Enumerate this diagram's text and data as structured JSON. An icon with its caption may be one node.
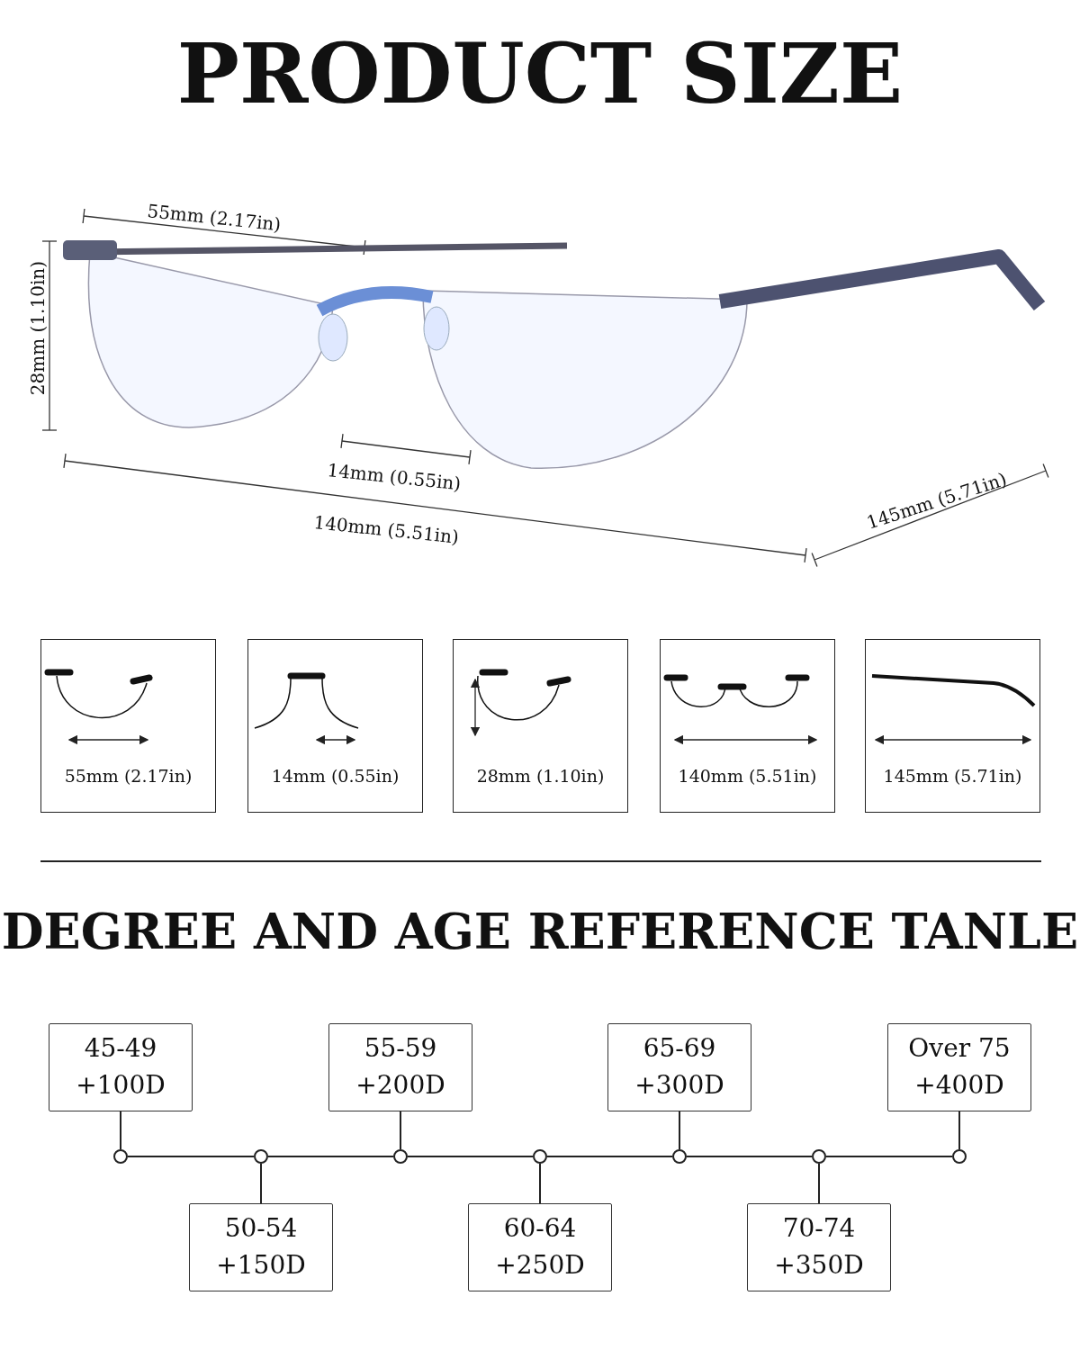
{
  "diagram": {
    "title": "PRODUCT SIZE",
    "nodes": [
      {
        "text": [],
        "shape": "picture"
      },
      {
        "text": [
          "55mm (2.17in)"
        ]
      },
      {
        "text": [
          "14mm (0.55in)"
        ]
      },
      {
        "text": [
          "28mm (1.10in)"
        ]
      },
      {
        "text": [
          "140mm (5.51in)"
        ]
      },
      {
        "text": [
          "145mm (5.71in)"
        ]
      },
      {
        "text": [
          "45-49",
          "+100D"
        ]
      },
      {
        "text": [
          "50-54",
          "+150D"
        ]
      },
      {
        "text": [
          "55-59",
          "+200D"
        ]
      },
      {
        "text": [
          "60-64",
          "+250D"
        ]
      },
      {
        "text": [
          "65-69",
          "+300D"
        ]
      },
      {
        "text": [
          "70-74",
          "+350D"
        ]
      },
      {
        "text": [
          "Over 75",
          "+400D"
        ]
      },
      {
        "text": [],
        "shape": "circle"
      },
      {
        "text": [],
        "shape": "circle"
      },
      {
        "text": [],
        "shape": "circle"
      },
      {
        "text": [],
        "shape": "circle"
      },
      {
        "text": [],
        "shape": "circle"
      },
      {
        "text": [],
        "shape": "circle"
      },
      {
        "text": [],
        "shape": "circle"
      }
    ],
    "edges": [
      {
        "from": 6,
        "to": 13,
        "arrow": "none"
      },
      {
        "from": 7,
        "to": 14,
        "arrow": "none"
      },
      {
        "from": 8,
        "to": 15,
        "arrow": "none"
      },
      {
        "from": 9,
        "to": 16,
        "arrow": "none"
      },
      {
        "from": 10,
        "to": 17,
        "arrow": "none"
      },
      {
        "from": 11,
        "to": 18,
        "arrow": "none"
      },
      {
        "from": 12,
        "to": 19,
        "arrow": "none"
      },
      {
        "from": 13,
        "to": 14,
        "arrow": "none"
      },
      {
        "from": 14,
        "to": 15,
        "arrow": "none"
      },
      {
        "from": 15,
        "to": 16,
        "arrow": "none"
      },
      {
        "from": 16,
        "to": 17,
        "arrow": "none"
      },
      {
        "from": 17,
        "to": 18,
        "arrow": "none"
      },
      {
        "from": 18,
        "to": 19,
        "arrow": "none"
      }
    ],
    "labels": [
      "55mm (2.17in)",
      "28mm (1.10in)",
      "14mm (0.55in)",
      "140mm (5.51in)",
      "145mm (5.71in)",
      "DEGREE AND AGE REFERENCE TANLE"
    ]
  }
}
